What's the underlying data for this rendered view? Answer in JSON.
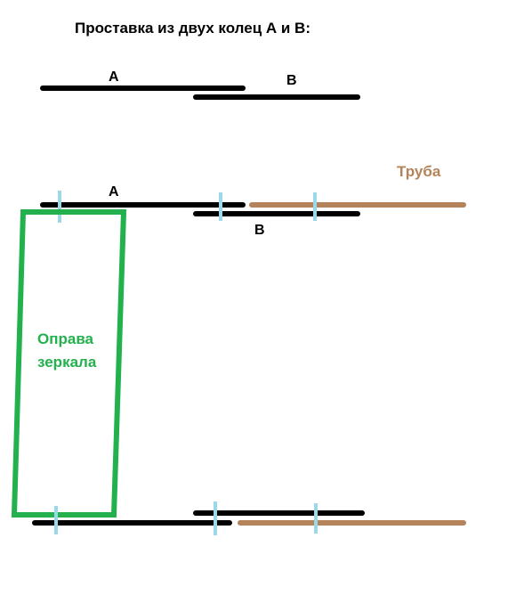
{
  "title": "Проставка из двух колец А и В:",
  "labels": {
    "ring_a": "А",
    "ring_b": "В",
    "tube": "Труба",
    "mirror_mount_line1": "Оправа",
    "mirror_mount_line2": "зеркала"
  },
  "colors": {
    "ring": "#000000",
    "tube": "#b5835a",
    "mirror_mount": "#22b14c",
    "joint_mark": "#99d9ea",
    "background": "#ffffff"
  }
}
